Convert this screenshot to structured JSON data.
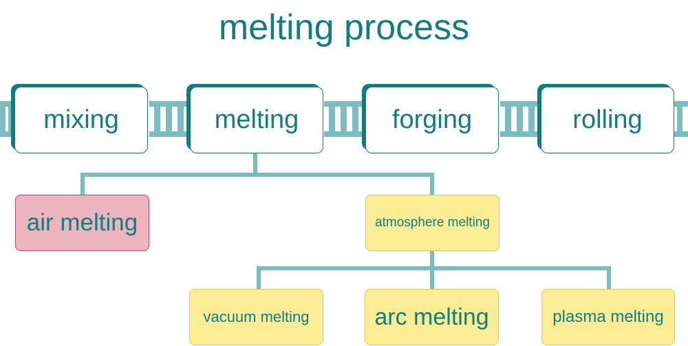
{
  "title": "melting process",
  "process_steps": [
    {
      "label": "mixing"
    },
    {
      "label": "melting"
    },
    {
      "label": "forging"
    },
    {
      "label": "rolling"
    }
  ],
  "tree": {
    "air_melting": "air melting",
    "atmosphere_melting": "atmosphere melting",
    "vacuum_melting": "vacuum melting",
    "arc_melting": "arc melting",
    "plasma_melting": "plasma melting"
  },
  "colors": {
    "teal": "#137c80",
    "connector": "#7bbcc0",
    "pink_fill": "#ecb4bf",
    "yellow_fill": "#fbed96"
  }
}
